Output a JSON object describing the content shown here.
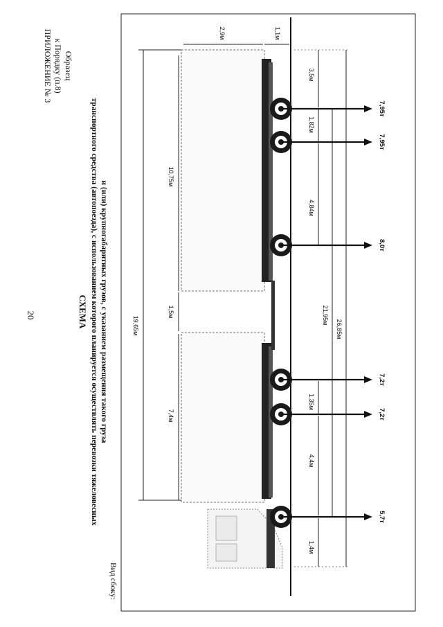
{
  "page_number": "20",
  "appendix": {
    "line1": "ПРИЛОЖЕНИЕ № 3",
    "line2": "к Порядку (п.8)",
    "line3": "Образец"
  },
  "title": {
    "heading": "СХЕМА",
    "line1": "транспортного средства (автопоезда), с использованием которого планируется осуществлять перевозки  тяжеловесных",
    "line2": "и (или) крупногабаритных грузов, с указанием размещения такого груза"
  },
  "view_label": "Вид сбоку:",
  "dimensions": {
    "front_overhang": "1,1м",
    "trailer_front_gap": "2,9м",
    "total_load_length": "19,65м",
    "trailer_body_length": "10,75м",
    "gap_between_bodies": "1,5м",
    "truck_body_length": "7,4м",
    "rear_to_axle": "3,5м",
    "trailer_axle_spacing": "1,82м",
    "trailer_mid_distance": "4,84м",
    "coupling_distance": "21,95м",
    "overall_length": "26,85м",
    "truck_rear_axle_spacing": "1,35м",
    "truck_wheelbase": "4,4м",
    "front_axle_offset": "1,4м"
  },
  "axle_loads": [
    {
      "label": "7,95т"
    },
    {
      "label": "7,95т"
    },
    {
      "label": "8,0т"
    },
    {
      "label": "7,2т"
    },
    {
      "label": "7,2т"
    },
    {
      "label": "5,7т"
    }
  ]
}
